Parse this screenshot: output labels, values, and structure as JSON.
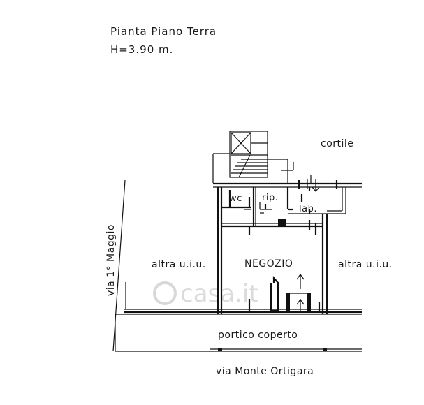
{
  "header": {
    "title": "Pianta Piano Terra",
    "height": "H=3.90 m."
  },
  "rooms": {
    "shop": "NEGOZIO",
    "wc": "wc",
    "storage": "rip.",
    "lab": "lab.",
    "courtyard": "cortile"
  },
  "neighbors": {
    "left": "altra u.i.u.",
    "right": "altra u.i.u."
  },
  "streets": {
    "side": "via 1° Maggio",
    "front": "via Monte Ortigara",
    "arcade": "portico coperto"
  },
  "watermark": "casa.it"
}
